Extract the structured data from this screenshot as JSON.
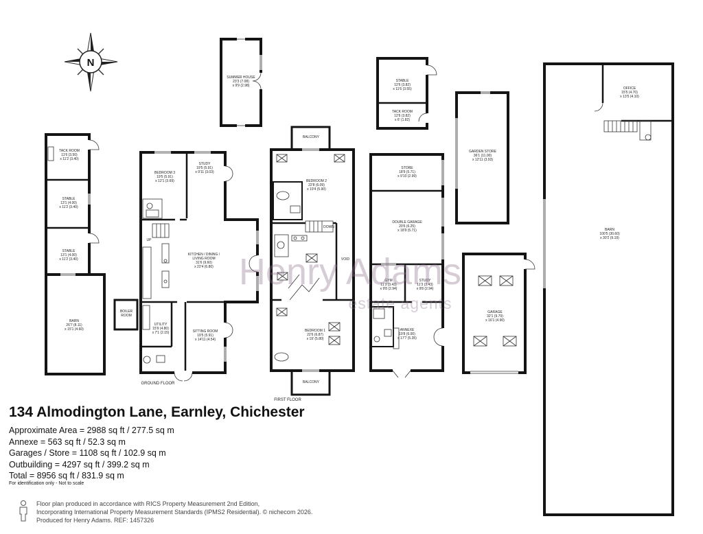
{
  "compass": {
    "label": "N"
  },
  "watermark": {
    "brand": "Henry Adams",
    "tagline": "estate agents"
  },
  "rooms": {
    "summer_house": {
      "name": "SUMMER HOUSE",
      "dim1": "23'3 (7.08)",
      "dim2": "x 9'9 (2.98)"
    },
    "tack_room_left": {
      "name": "TACK ROOM",
      "dim1": "11'6 (3.50)",
      "dim2": "x 11'2 (3.40)"
    },
    "stable_left_1": {
      "name": "STABLE",
      "dim1": "13'1 (4.00)",
      "dim2": "x 11'2 (3.40)"
    },
    "stable_left_2": {
      "name": "STABLE",
      "dim1": "13'1 (4.00)",
      "dim2": "x 11'2 (3.40)"
    },
    "barn_left": {
      "name": "BARN",
      "dim1": "26'7 (8.11)",
      "dim2": "x 15'1 (4.60)"
    },
    "bedroom_3": {
      "name": "BEDROOM 3",
      "dim1": "19'5 (5.91)",
      "dim2": "x 12'1 (3.69)"
    },
    "study_ground": {
      "name": "STUDY",
      "dim1": "19'5 (5.91)",
      "dim2": "x 9'11 (3.03)"
    },
    "kitchen": {
      "name": "KITCHEN / DINING /",
      "name2": "LIVING ROOM",
      "dim1": "31'6 (9.60)",
      "dim2": "x 22'4 (6.80)"
    },
    "boiler_room": {
      "name": "BOILER",
      "name2": "ROOM"
    },
    "utility": {
      "name": "UTILITY",
      "dim1": "15'9 (4.80)",
      "dim2": "x 7'1 (2.15)"
    },
    "sitting_room": {
      "name": "SITTING ROOM",
      "dim1": "19'5 (5.91)",
      "dim2": "x 14'11 (4.54)"
    },
    "bedroom_2": {
      "name": "BEDROOM 2",
      "dim1": "22'8 (6.09)",
      "dim2": "x 19'4 (5.90)"
    },
    "bedroom_1": {
      "name": "BEDROOM 1",
      "dim1": "22'6 (6.87)",
      "dim2": "x 19' (5.80)"
    },
    "stable_small": {
      "name": "STABLE",
      "dim1": "12'6 (3.82)",
      "dim2": "x 11'6 (3.55)"
    },
    "tack_room_small": {
      "name": "TACK ROOM",
      "dim1": "12'6 (3.82)",
      "dim2": "x 6' (1.82)"
    },
    "garden_store": {
      "name": "GARDEN STORE",
      "dim1": "36'1 (11.00)",
      "dim2": "x 12'11 (3.93)"
    },
    "office": {
      "name": "OFFICE",
      "dim1": "15'5 (4.70)",
      "dim2": "x 13'5 (4.10)"
    },
    "barn_main": {
      "name": "BARN",
      "dim1": "100'5 (30.60)",
      "dim2": "x 30'2 (9.19)"
    },
    "store": {
      "name": "STORE",
      "dim1": "18'9 (5.71)",
      "dim2": "x 9'10 (2.99)"
    },
    "double_garage": {
      "name": "DOUBLE GARAGE",
      "dim1": "20'6 (6.25)",
      "dim2": "x 18'9 (5.71)"
    },
    "gym": {
      "name": "GYM",
      "dim1": "11'3 (3.43)",
      "dim2": "x 9'8 (2.94)"
    },
    "study_annexe": {
      "name": "STUDY",
      "dim1": "11'3 (3.43)",
      "dim2": "x 9'8 (2.94)"
    },
    "annexe": {
      "name": "ANNEXE",
      "dim1": "19'8 (6.00)",
      "dim2": "x 17'7 (5.35)"
    },
    "garage": {
      "name": "GARAGE",
      "dim1": "32'1 (9.79)",
      "dim2": "x 16'1 (4.90)"
    }
  },
  "labels": {
    "ground_floor": "GROUND FLOOR",
    "first_floor": "FIRST FLOOR",
    "balcony_top": "BALCONY",
    "balcony_bottom": "BALCONY",
    "stairs_up": "UP",
    "stairs_down": "DOWN",
    "void": "VOID"
  },
  "summary": {
    "title": "134 Almodington Lane, Earnley, Chichester",
    "areas": [
      "Approximate Area = 2988 sq ft / 277.5 sq m",
      "Annexe = 563 sq ft / 52.3 sq m",
      "Garages / Store = 1108 sq ft / 102.9 sq m",
      "Outbuilding = 4297 sq ft / 399.2 sq m",
      "Total = 8956 sq ft / 831.9 sq m"
    ],
    "disclaimer": "For identification only - Not to scale"
  },
  "footer": {
    "line1": "Floor plan produced in accordance with RICS Property Measurement 2nd Edition,",
    "line2": "Incorporating International Property Measurement Standards (IPMS2 Residential).  © nichecom 2026.",
    "line3": "Produced for Henry Adams.   REF: 1457326"
  }
}
